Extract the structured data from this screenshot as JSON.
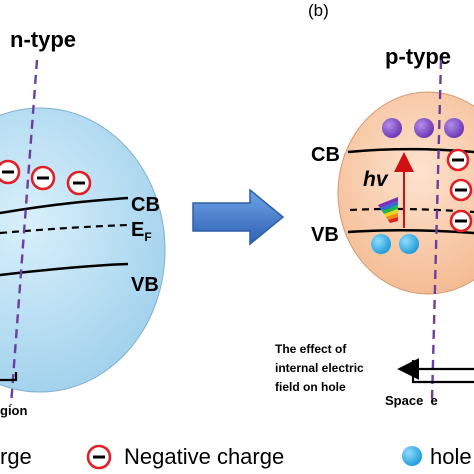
{
  "panel_b_label": "(b)",
  "left_panel": {
    "type_label": "n-type",
    "bands": {
      "cb": "CB",
      "ef": "E",
      "ef_sub": "F",
      "vb": "VB"
    },
    "region_fragment": "gion"
  },
  "right_panel": {
    "type_label": "p-type",
    "bands": {
      "cb": "CB",
      "vb": "VB"
    },
    "photon": "hv",
    "effect_text": [
      "The effect of",
      "internal electric",
      "field on hole"
    ],
    "space_text": "Space  e"
  },
  "legend": {
    "items": [
      {
        "symbol": "negative-charge",
        "label": "Negative charge"
      },
      {
        "symbol": "hole",
        "label": "hole"
      }
    ],
    "left_fragment": "rge"
  },
  "colors": {
    "n_sphere": "#a9d8f0",
    "p_sphere": "#f7c6a2",
    "electron_ring": "#e01f26",
    "hole": "#2aa7e0",
    "trapped_electron": "#7b3fbf",
    "arrow": "#3a78c8",
    "dashed_line": "#6a3fa0",
    "photon_arrow": "#d11111"
  }
}
